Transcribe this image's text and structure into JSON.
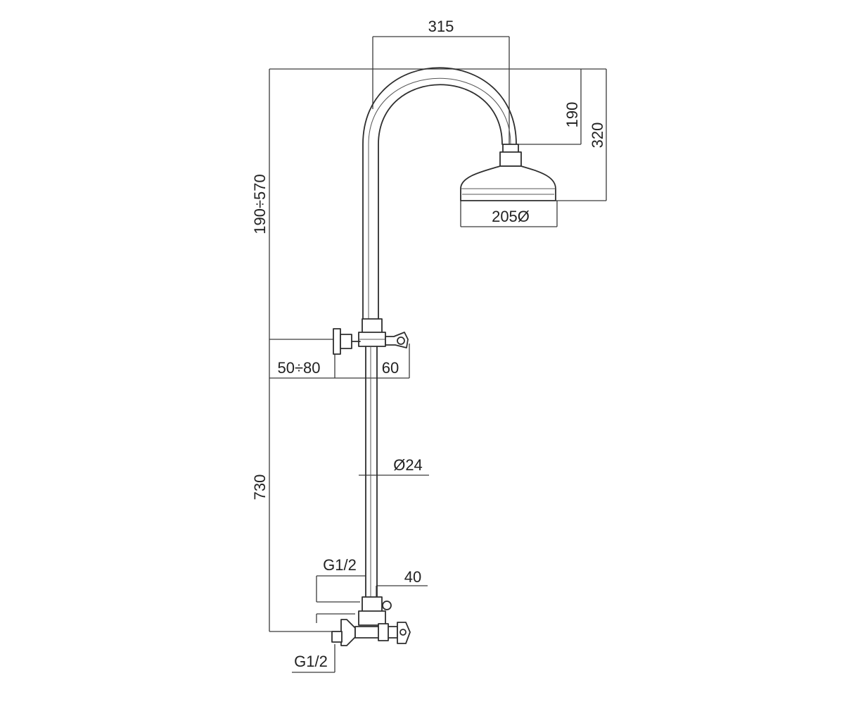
{
  "dimensions": {
    "arm_width": "315",
    "arm_drop": "190",
    "head_height": "320",
    "riser_adjust": "190÷570",
    "head_diameter": "205Ø",
    "wall_distance": "50÷80",
    "diverter_depth": "60",
    "pipe_diameter": "Ø24",
    "pipe_length": "730",
    "inlet_upper": "G1/2",
    "inlet_offset": "40",
    "inlet_lower": "G1/2"
  }
}
